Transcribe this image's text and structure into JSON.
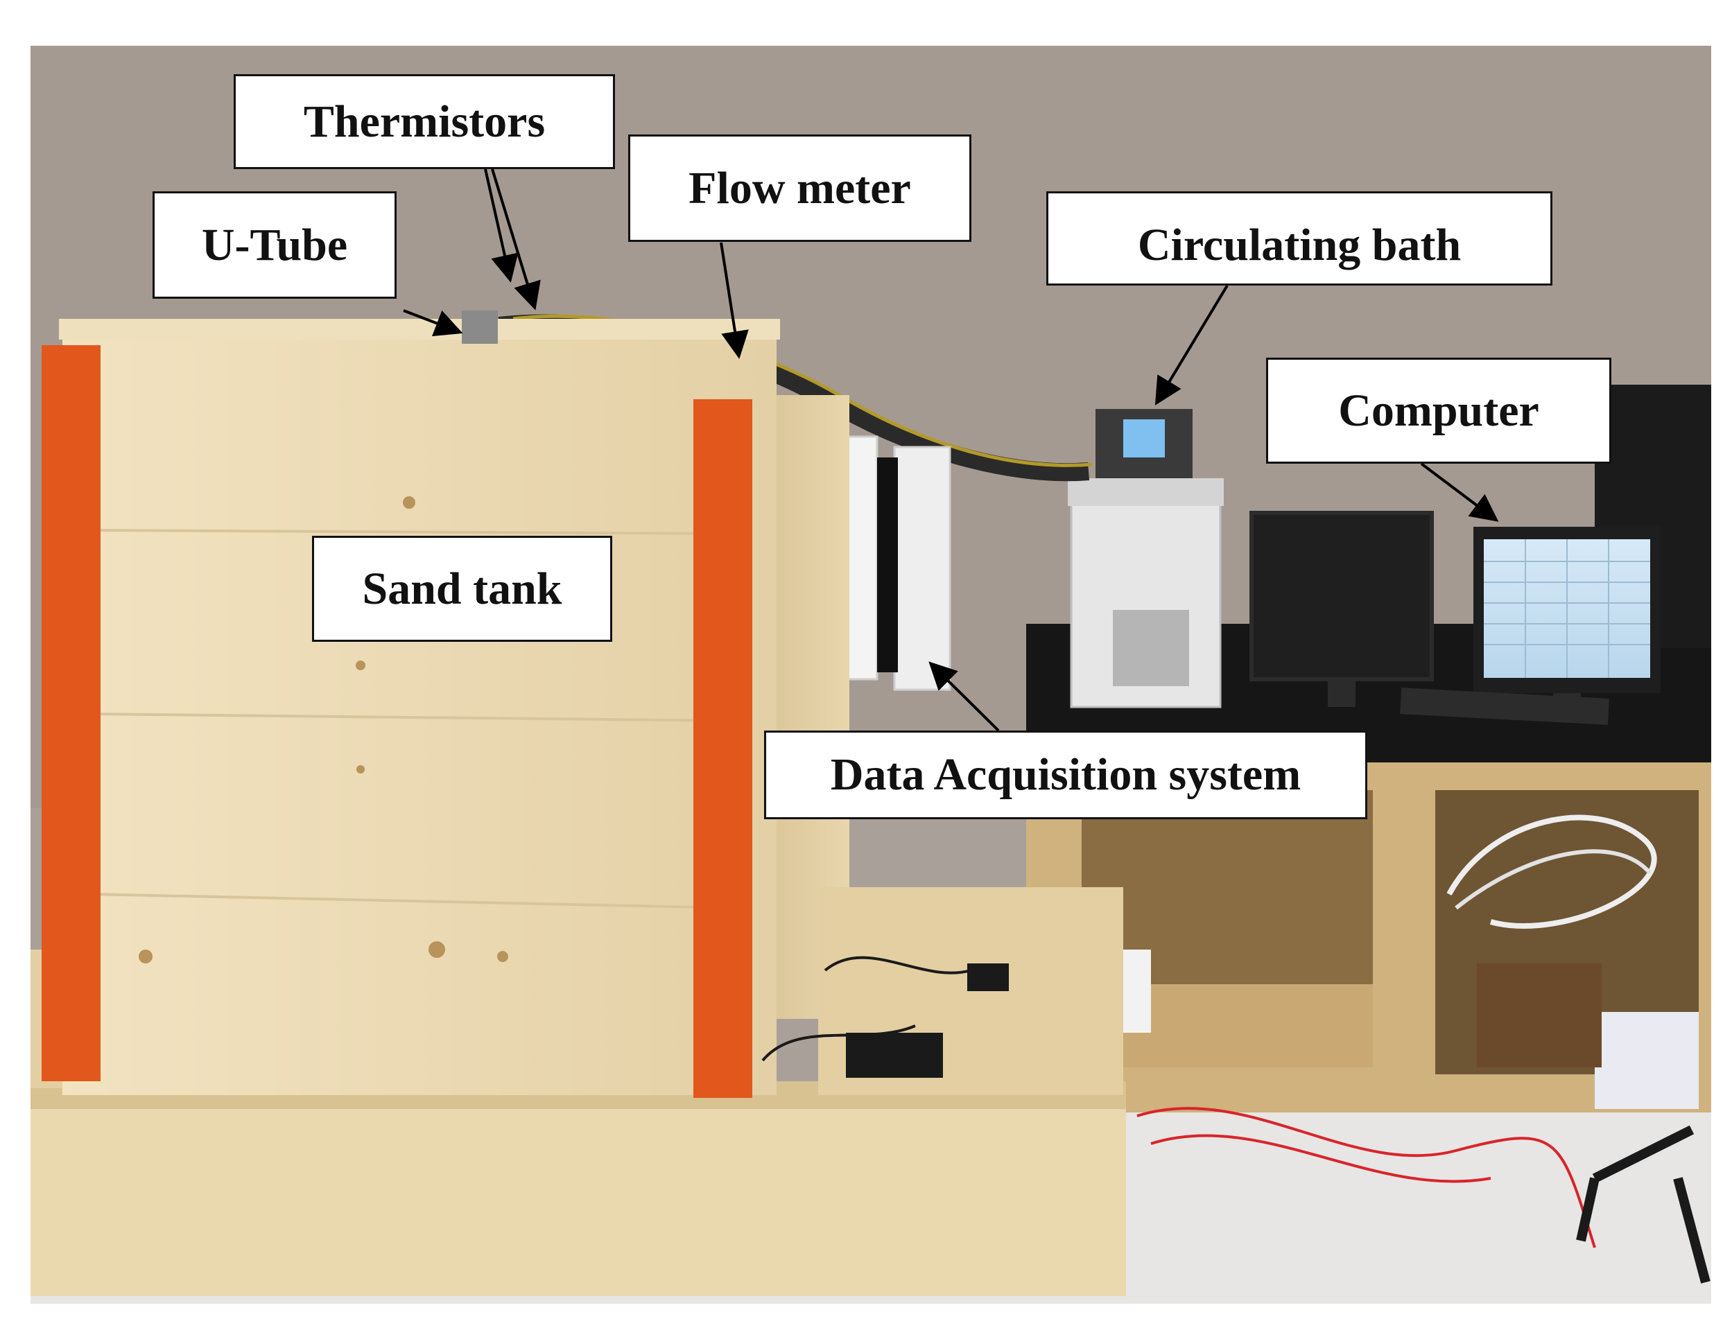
{
  "labels": {
    "thermistors": "Thermistors",
    "flow_meter": "Flow meter",
    "u_tube": "U-Tube",
    "circulating_bath": "Circulating bath",
    "computer": "Computer",
    "sand_tank": "Sand tank",
    "data_acquisition": "Data Acquisition system"
  },
  "colors": {
    "wall": "#a59a91",
    "wood": "#ecdcb6",
    "orange_strip": "#e2571c",
    "counter": "#161616",
    "floor": "#e7e6e4",
    "cable_red": "#d9242b"
  }
}
